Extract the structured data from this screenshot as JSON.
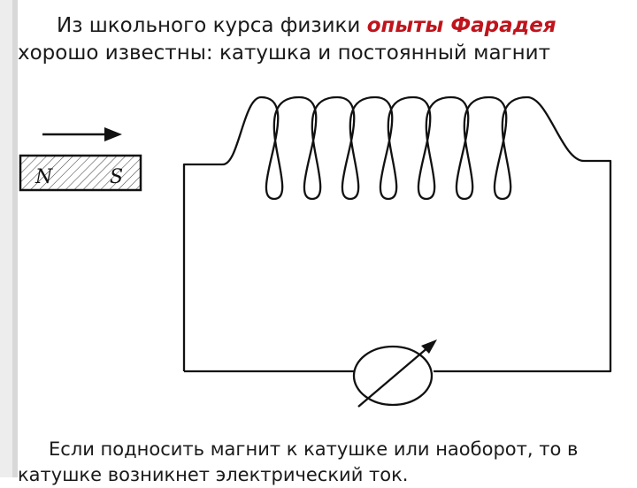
{
  "title": {
    "line1_prefix": "Из школьного курса физики ",
    "line1_accent": "опыты Фарадея",
    "line2": "хорошо известны: катушка и постоянный магнит"
  },
  "diagram": {
    "magnet": {
      "north_label": "N",
      "south_label": "S",
      "motion": "right-arrow"
    },
    "coil_turns": 7,
    "meter": "galvanometer-icon"
  },
  "caption": {
    "line1": "Если подносить магнит к катушке или наоборот, то в",
    "line2": "катушке возникнет электрический ток."
  },
  "colors": {
    "accent": "#c0141c",
    "text": "#1a1a1a",
    "lines": "#111111"
  }
}
